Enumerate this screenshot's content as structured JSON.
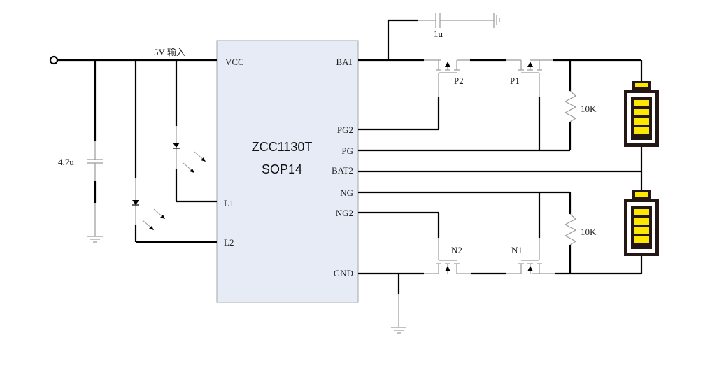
{
  "diagram": {
    "chip": {
      "name": "ZCC1130T",
      "package": "SOP14",
      "fill": "#e6ebf5",
      "pins_left": [
        "VCC",
        "L1",
        "L2"
      ],
      "pins_right": [
        "BAT",
        "PG2",
        "PG",
        "BAT2",
        "NG",
        "NG2",
        "GND"
      ]
    },
    "input_label": "5V 输入",
    "components": {
      "input_cap": "4.7u",
      "bat_cap": "1u",
      "mosfets": [
        "P2",
        "P1",
        "N2",
        "N1"
      ],
      "resistor_top": "10K",
      "resistor_bottom": "10K"
    },
    "colors": {
      "wire": "#000000",
      "thin_wire": "#9a9a9a",
      "battery_cell": "#ffe800",
      "battery_outline": "#231815"
    }
  }
}
